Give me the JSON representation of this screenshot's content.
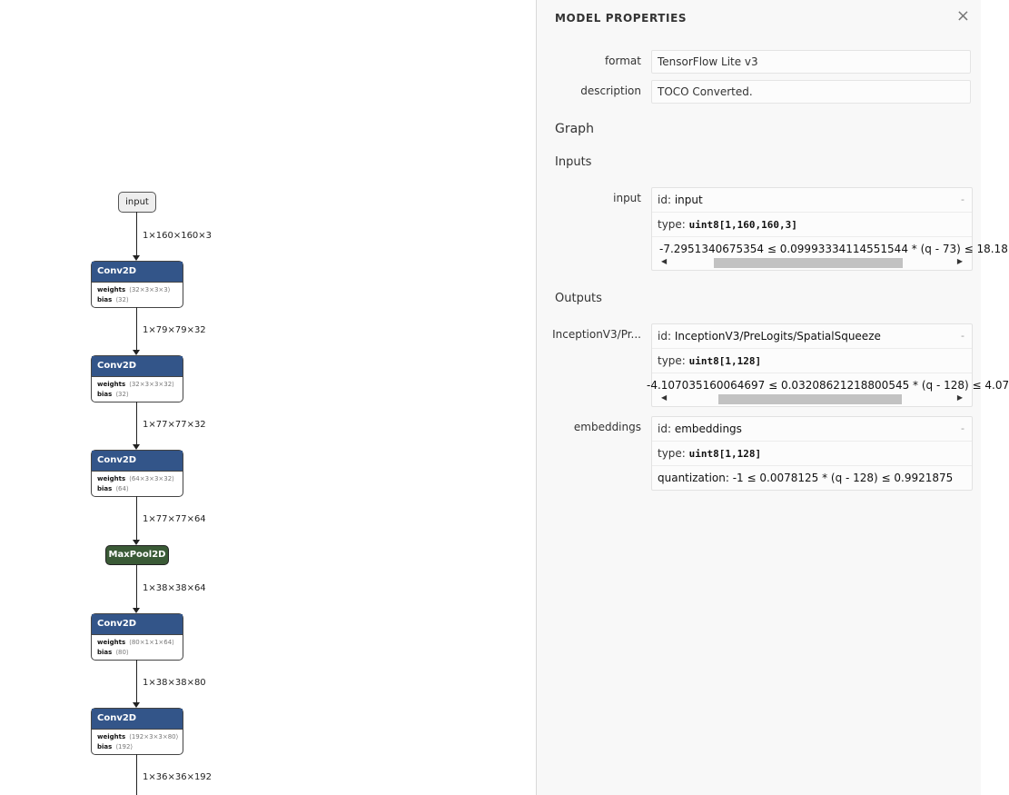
{
  "graph": {
    "input_node": "input",
    "edges": [
      "1×160×160×3",
      "1×79×79×32",
      "1×77×77×32",
      "1×77×77×64",
      "1×38×38×64",
      "1×38×38×80",
      "1×36×36×192"
    ],
    "nodes": [
      {
        "op": "Conv2D",
        "weights": "weights",
        "weights_shape": "⟨32×3×3×3⟩",
        "bias": "bias",
        "bias_shape": "⟨32⟩"
      },
      {
        "op": "Conv2D",
        "weights": "weights",
        "weights_shape": "⟨32×3×3×32⟩",
        "bias": "bias",
        "bias_shape": "⟨32⟩"
      },
      {
        "op": "Conv2D",
        "weights": "weights",
        "weights_shape": "⟨64×3×3×32⟩",
        "bias": "bias",
        "bias_shape": "⟨64⟩"
      },
      {
        "op": "MaxPool2D"
      },
      {
        "op": "Conv2D",
        "weights": "weights",
        "weights_shape": "⟨80×1×1×64⟩",
        "bias": "bias",
        "bias_shape": "⟨80⟩"
      },
      {
        "op": "Conv2D",
        "weights": "weights",
        "weights_shape": "⟨192×3×3×80⟩",
        "bias": "bias",
        "bias_shape": "⟨192⟩"
      }
    ]
  },
  "sidebar": {
    "title": "MODEL PROPERTIES",
    "close_icon": "×",
    "format_label": "format",
    "format_value": "TensorFlow Lite v3",
    "description_label": "description",
    "description_value": "TOCO Converted.",
    "graph_heading": "Graph",
    "inputs_heading": "Inputs",
    "outputs_heading": "Outputs",
    "expander_icon": "-",
    "scroll_left": "◀",
    "scroll_right": "▶",
    "inputs": [
      {
        "label": "input",
        "id_key": "id: ",
        "id_value": "input",
        "type_key": "type: ",
        "type_value": "uint8[1,160,160,3]",
        "quant": "-7.2951340675354 ≤ 0.09993334114551544 * (q - 73) ≤ 18.18"
      }
    ],
    "outputs": [
      {
        "label": "InceptionV3/Pr...",
        "id_key": "id: ",
        "id_value": "InceptionV3/PreLogits/SpatialSqueeze",
        "type_key": "type: ",
        "type_value": "uint8[1,128]",
        "quant": "-4.107035160064697 ≤ 0.03208621218800545 * (q - 128) ≤ 4.07"
      },
      {
        "label": "embeddings",
        "id_key": "id: ",
        "id_value": "embeddings",
        "type_key": "type: ",
        "type_value": "uint8[1,128]",
        "quant": "quantization: -1 ≤ 0.0078125 * (q - 128) ≤ 0.9921875"
      }
    ]
  }
}
